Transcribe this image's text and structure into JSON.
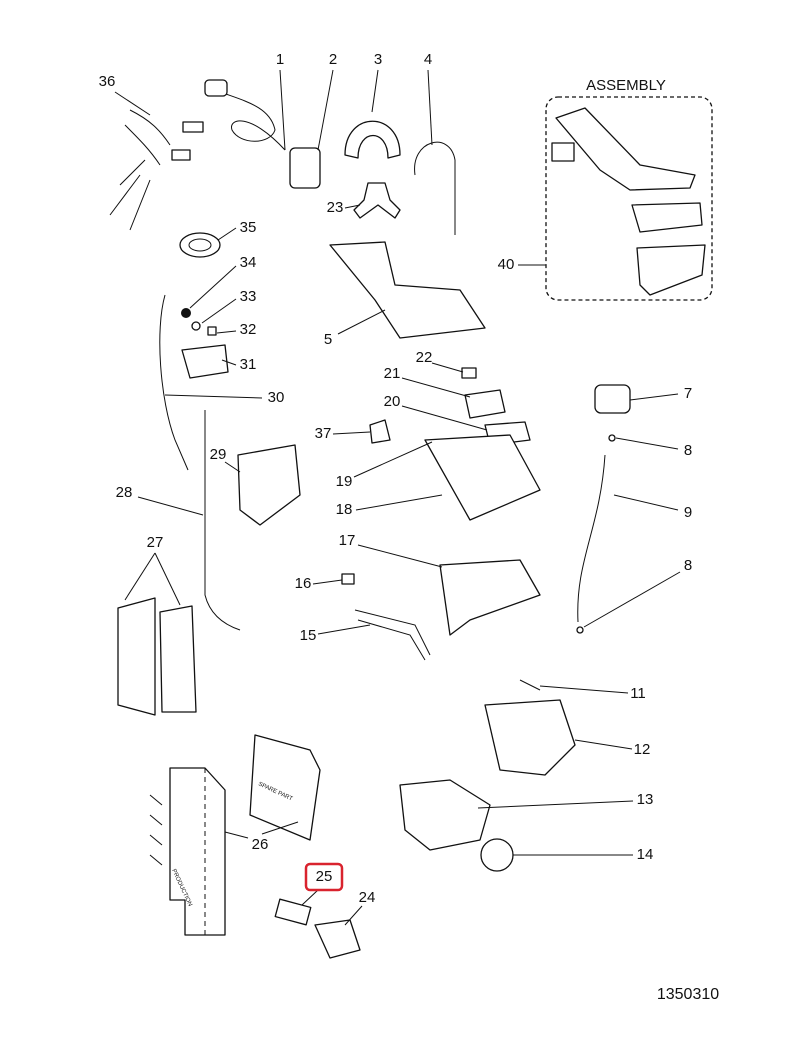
{
  "diagram": {
    "assembly_label": "ASSEMBLY",
    "drawing_number": "1350310",
    "highlighted_callout": "25",
    "highlight_color": "#d9232e",
    "part_texts": {
      "spare_part": "SPARE PART",
      "production": "PRODUCTION"
    },
    "callouts": [
      "1",
      "2",
      "3",
      "4",
      "36",
      "35",
      "34",
      "33",
      "32",
      "31",
      "30",
      "29",
      "28",
      "27",
      "23",
      "5",
      "22",
      "21",
      "20",
      "37",
      "19",
      "18",
      "17",
      "16",
      "15",
      "7",
      "8",
      "9",
      "8",
      "40",
      "11",
      "12",
      "13",
      "14",
      "26",
      "25",
      "24"
    ]
  }
}
